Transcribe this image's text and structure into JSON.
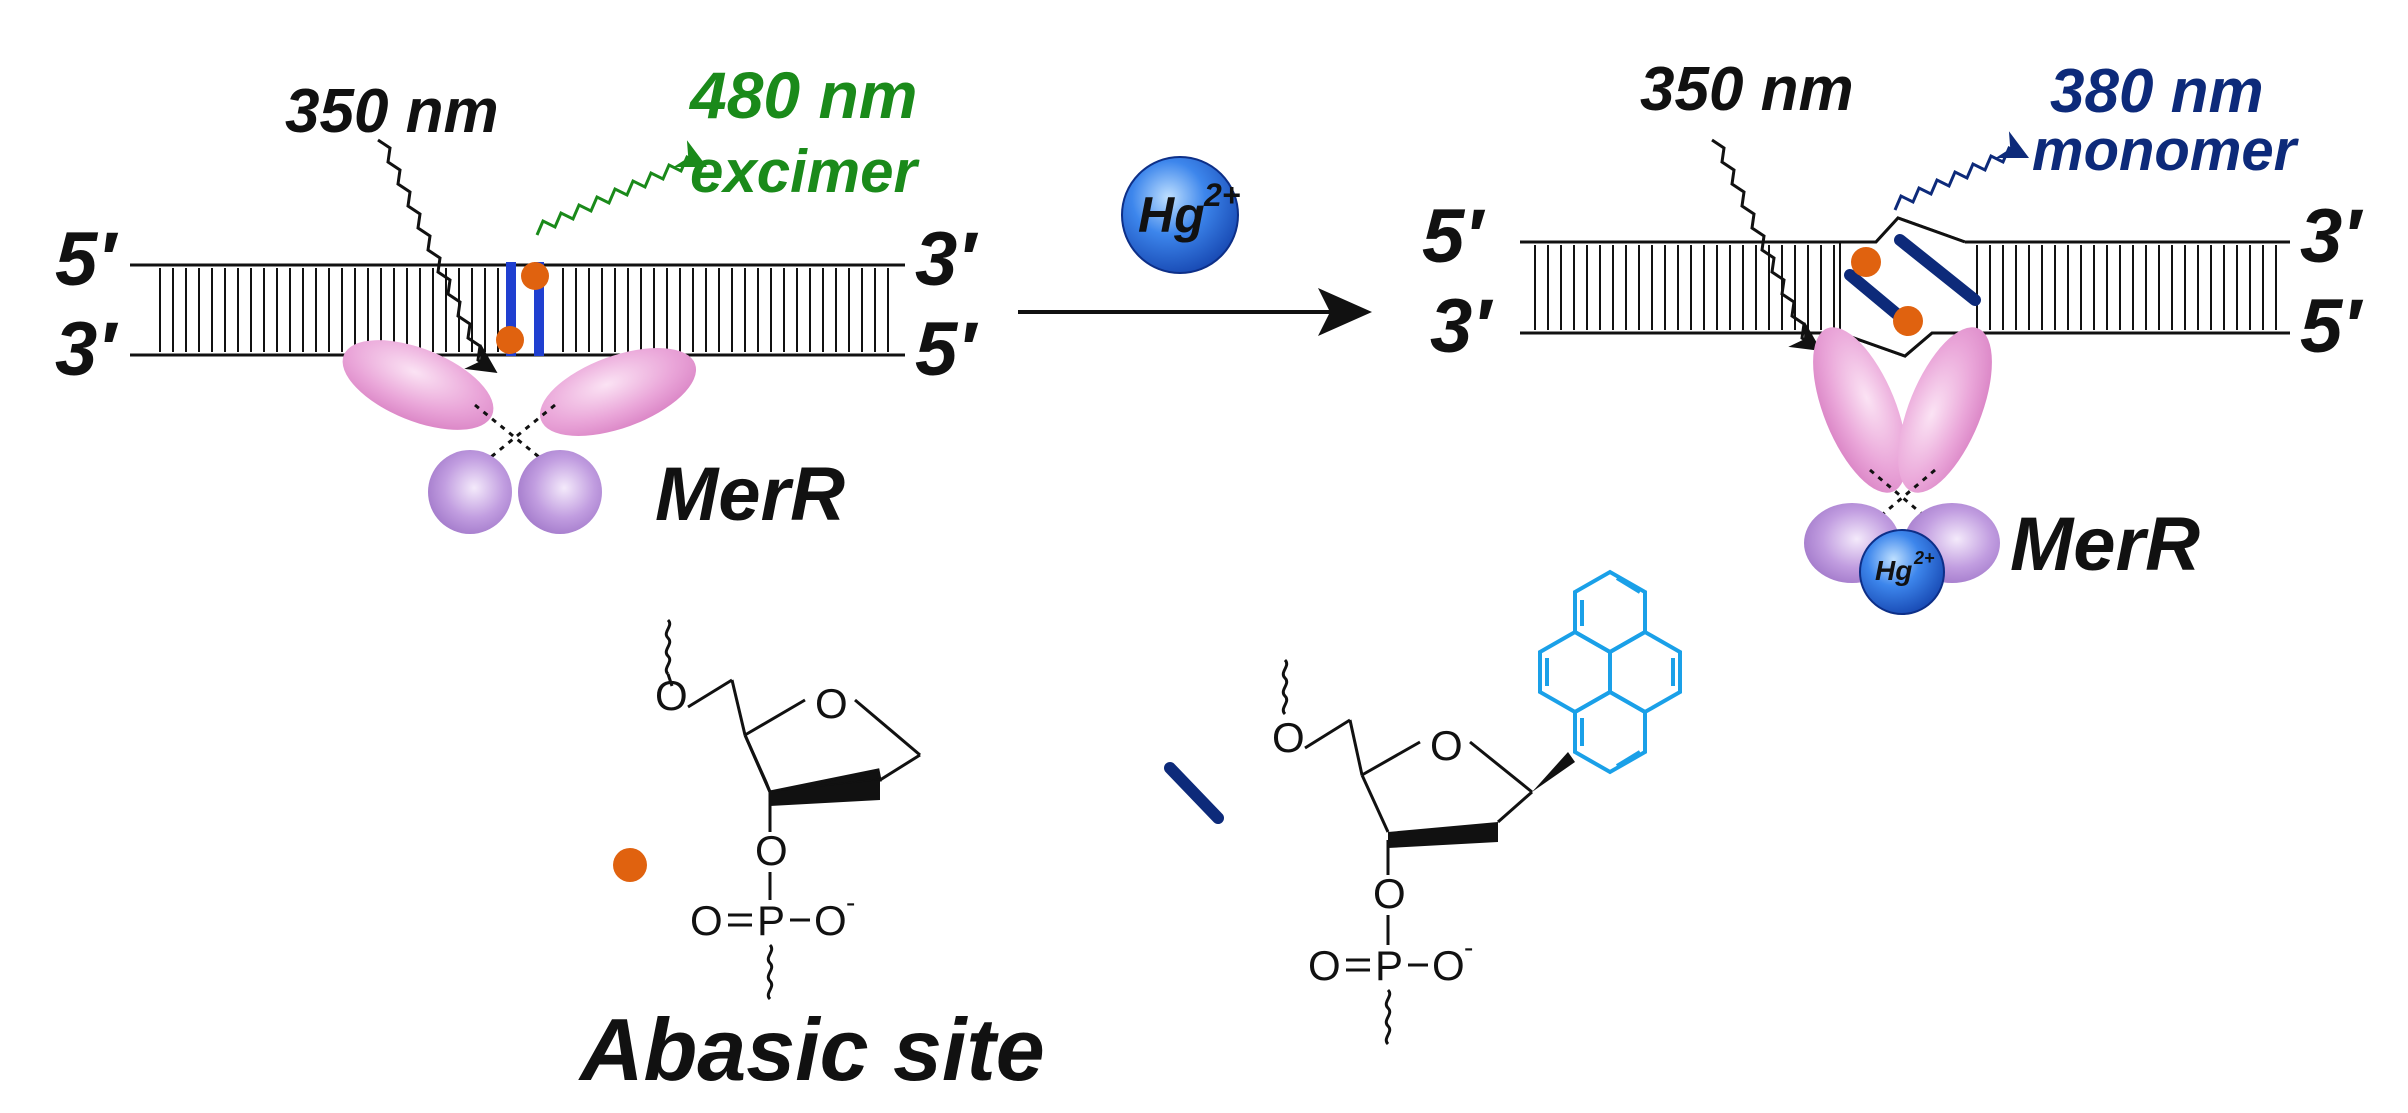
{
  "labels": {
    "excitation_left": "350 nm",
    "emission_left_wavelength": "480 nm",
    "emission_left_type": "excimer",
    "excitation_right": "350 nm",
    "emission_right_wavelength": "380 nm",
    "emission_right_type": "monomer",
    "ion_base": "Hg",
    "ion_charge": "2+",
    "protein_left": "MerR",
    "protein_right": "MerR",
    "strand_left_top_5": "5′",
    "strand_left_top_3": "3′",
    "strand_left_bottom_3": "3′",
    "strand_left_bottom_5": "5′",
    "strand_right_top_5": "5′",
    "strand_right_top_3": "3′",
    "strand_right_bottom_3": "3′",
    "strand_right_bottom_5": "5′",
    "abasic_caption": "Abasic site",
    "atom_O": "O",
    "atom_P": "P",
    "charge_minus": "-"
  },
  "colors": {
    "excimer": "#1a8a1a",
    "monomer": "#0d2a7a",
    "orange_dot": "#e0620f",
    "blue_bar": "#1f3fd0",
    "pyrene": "#1aa0e8",
    "protein_pink": "#e9a6d8",
    "protein_purple": "#b78fd6",
    "hg_sphere": "#2f6fe0"
  },
  "icons": {
    "orange_dot": "orange-dot-icon",
    "navy_bar": "navy-bar-icon"
  }
}
